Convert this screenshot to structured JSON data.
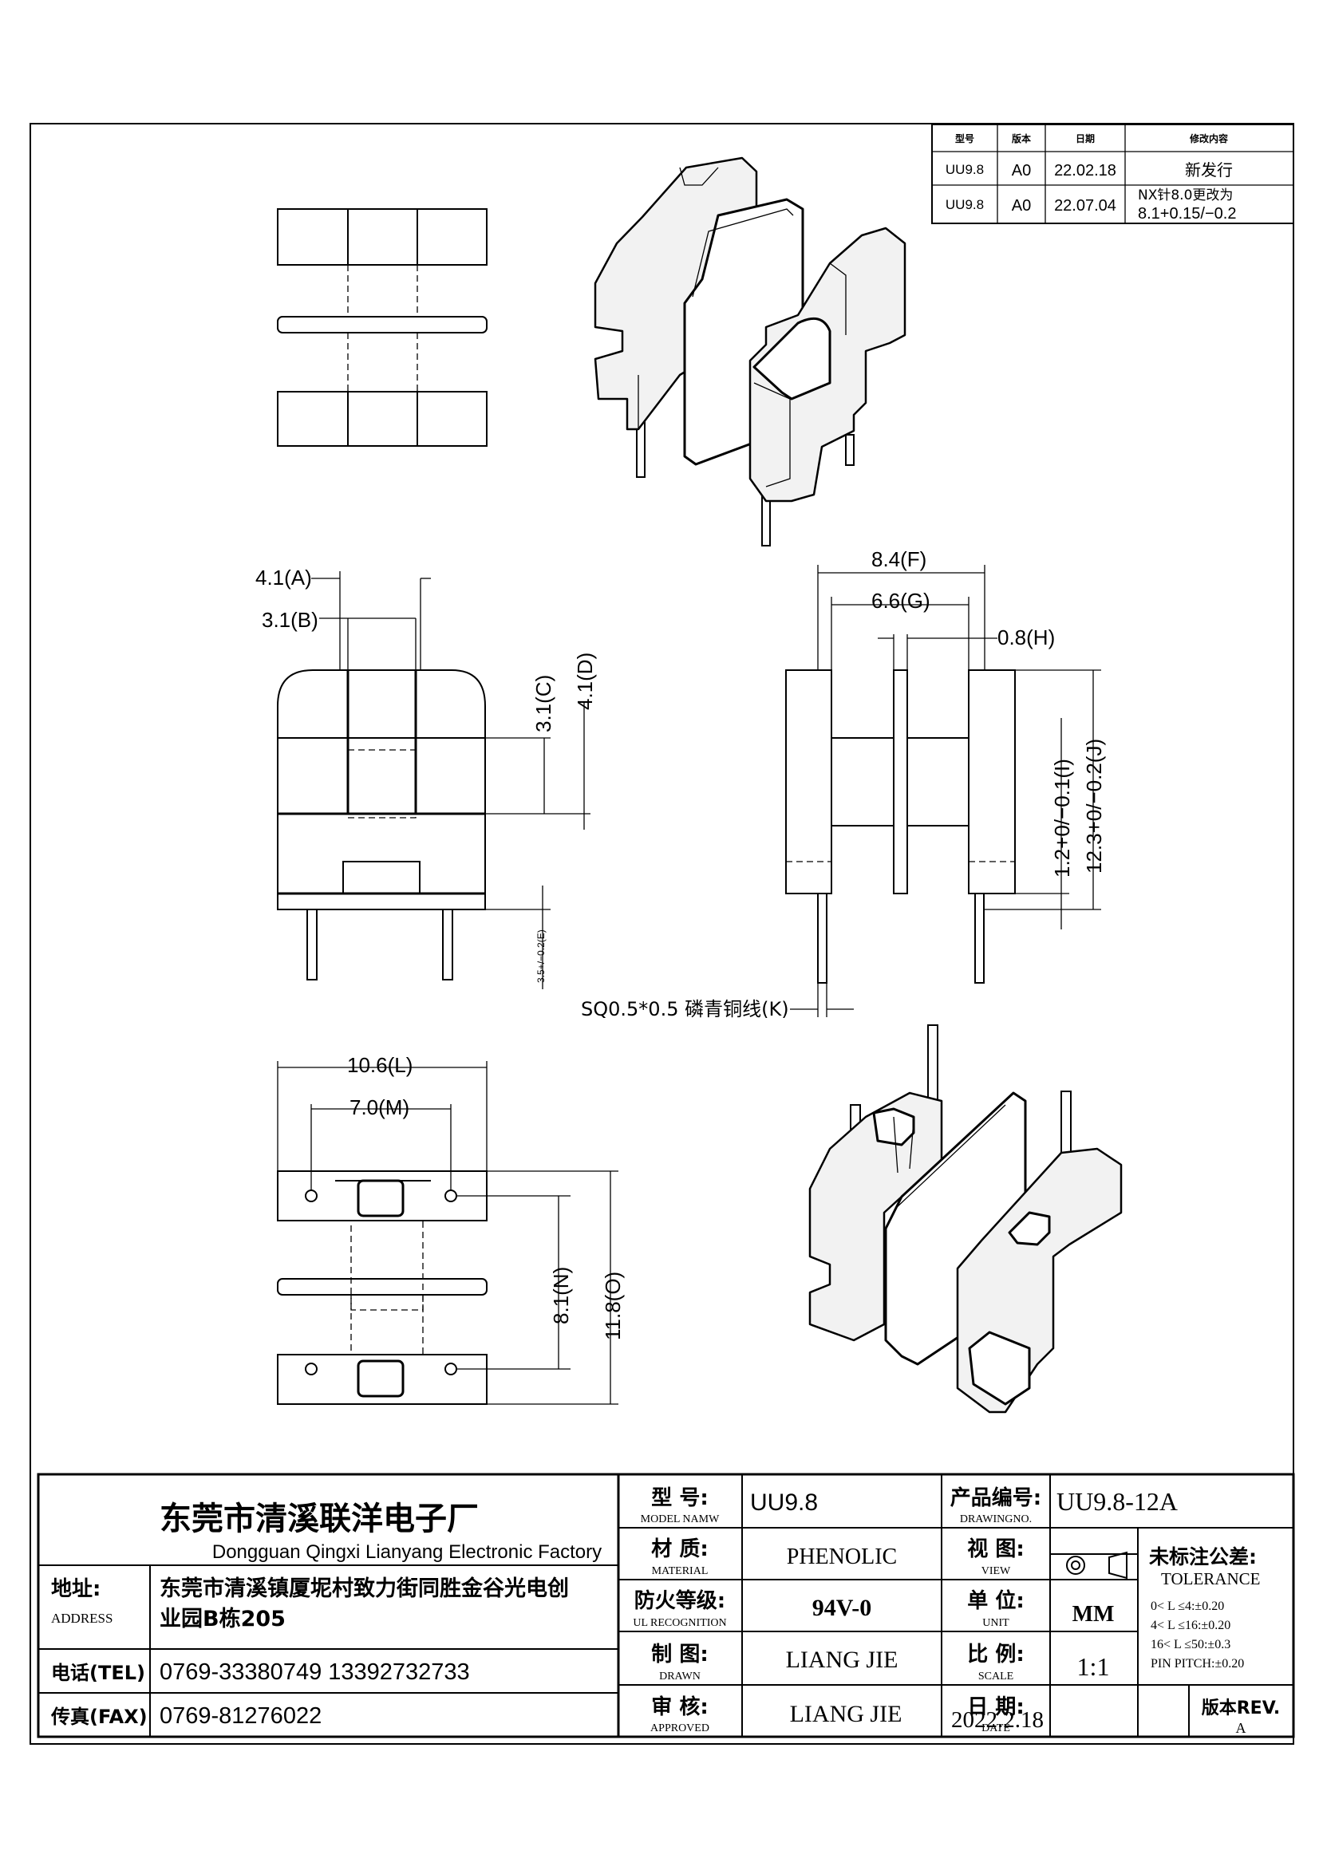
{
  "revision_table": {
    "headers": [
      "型号",
      "版本",
      "日期",
      "修改内容"
    ],
    "rows": [
      {
        "model": "UU9.8",
        "ver": "A0",
        "date": "22.02.18",
        "change": "新发行",
        "change2": ""
      },
      {
        "model": "UU9.8",
        "ver": "A0",
        "date": "22.07.04",
        "change": "NX针8.0更改为",
        "change2": "8.1+0.15/−0.2"
      }
    ]
  },
  "dimensions": {
    "a": "4.1(A)",
    "b": "3.1(B)",
    "c": "3.1(C)",
    "d": "4.1(D)",
    "e": "3.5+/−0.2(E)",
    "f": "8.4(F)",
    "g": "6.6(G)",
    "h": "0.8(H)",
    "i": "1.2+0/−0.1(I)",
    "j": "12.3+0/−0.2(J)",
    "k": "SQ0.5*0.5  磷青铜线(K)",
    "l": "10.6(L)",
    "m": "7.0(M)",
    "n": "8.1(N)",
    "o": "11.8(O)"
  },
  "title_block": {
    "company_cn": "东莞市清溪联洋电子厂",
    "company_en": "Dongguan Qingxi Lianyang Electronic Factory",
    "address_label": "地址:",
    "address_label_en": "ADDRESS",
    "address_line1": "东莞市清溪镇厦坭村致力街同胜金谷光电创",
    "address_line2": "业园B栋205",
    "tel_label": "电话(TEL)",
    "tel": "0769-33380749     13392732733",
    "fax_label": "传真(FAX)",
    "fax": "0769-81276022",
    "model_label": "型  号:",
    "model_label_en": "MODEL NAMW",
    "model": "UU9.8",
    "material_label": "材  质:",
    "material_label_en": "MATERIAL",
    "material": "PHENOLIC",
    "fire_label": "防火等级:",
    "fire_label_en": "UL RECOGNITION",
    "fire": "94V-0",
    "drawn_label": "制  图:",
    "drawn_label_en": "DRAWN",
    "drawn": "LIANG JIE",
    "approved_label": "审  核:",
    "approved_label_en": "APPROVED",
    "approved": "LIANG JIE",
    "drawing_no_label": "产品编号:",
    "drawing_no_label_en": "DRAWINGNO.",
    "drawing_no": "UU9.8-12A",
    "view_label": "视  图:",
    "view_label_en": "VIEW",
    "unit_label": "单  位:",
    "unit_label_en": "UNIT",
    "unit": "MM",
    "scale_label": "比  例:",
    "scale_label_en": "SCALE",
    "scale": "1:1",
    "date_label": "日  期:",
    "date_label_en": "DATE",
    "date": "2022.2.18",
    "tolerance_label": "未标注公差:",
    "tolerance_label_en": "TOLERANCE",
    "tolerance_lines": [
      "0< L ≤4:±0.20",
      "4< L ≤16:±0.20",
      "16< L ≤50:±0.3",
      "PIN PITCH:±0.20"
    ],
    "rev_label": "版本REV.",
    "rev": "A"
  }
}
